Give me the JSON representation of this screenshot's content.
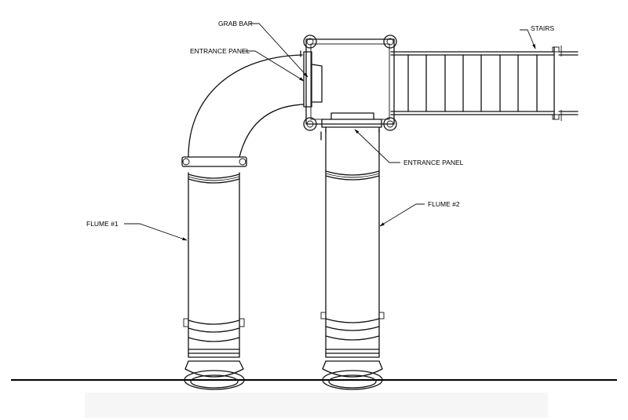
{
  "labels": {
    "grab_bar": "GRAB BAR",
    "entrance_panel_top": "ENTRANCE PANEL",
    "entrance_panel_bottom": "ENTRANCE PANEL",
    "stairs": "STAIRS",
    "flume_1": "FLUME #1",
    "flume_2": "FLUME #2"
  }
}
